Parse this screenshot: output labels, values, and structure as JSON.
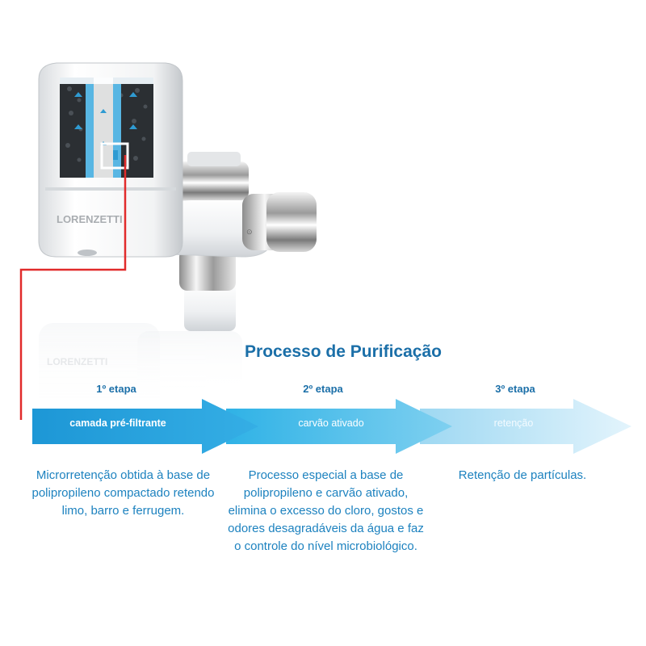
{
  "brand": "LORENZETTI",
  "diagram": {
    "title": "Processo de Purificação",
    "stages": [
      {
        "stage": "1º etapa",
        "arrow_label": "camada pré-filtrante",
        "description": "Microrretenção obtida à base de polipropileno compactado retendo limo, barro e ferrugem."
      },
      {
        "stage": "2º etapa",
        "arrow_label": "carvão ativado",
        "description": "Processo especial a base de polipropileno e carvão ativado, elimina o excesso do cloro, gostos e odores desagradáveis da água e faz o controle do nível microbiológico."
      },
      {
        "stage": "3º etapa",
        "arrow_label": "retenção",
        "description": "Retenção de partículas."
      }
    ]
  },
  "colors": {
    "arrow_1": "#1b9ed8",
    "arrow_2": "#3fb6e6",
    "arrow_3": "#a8dcf3",
    "title": "#1b6fa8",
    "description_text": "#1d82bf",
    "connector_line": "#e12b2b"
  }
}
